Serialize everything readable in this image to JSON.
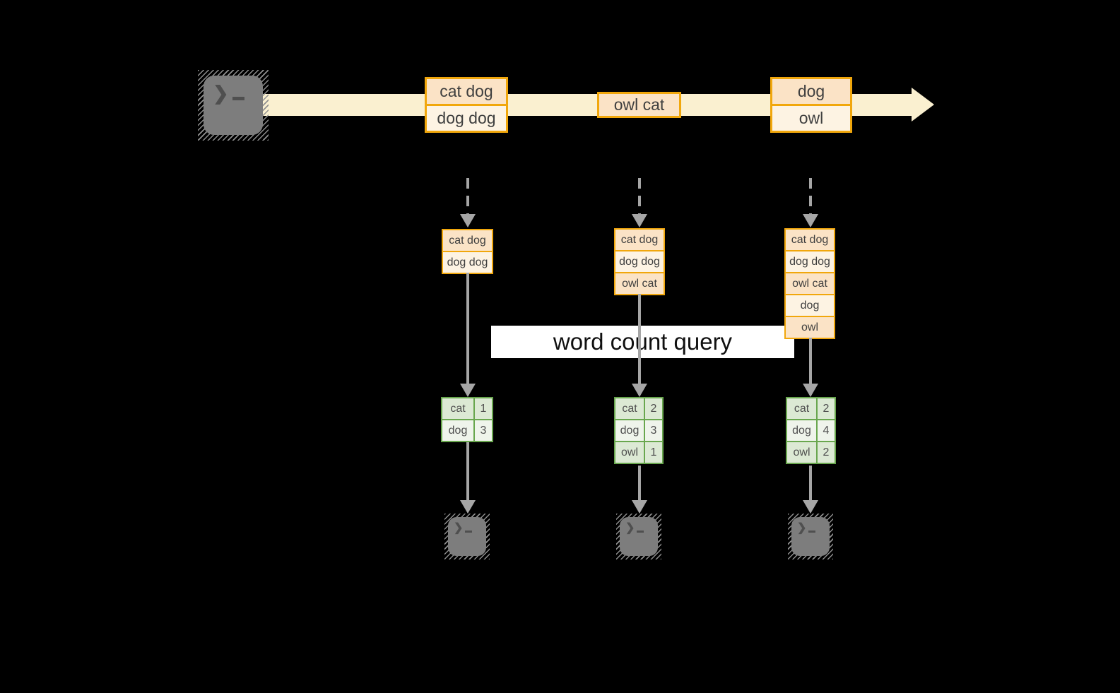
{
  "label": {
    "query": "word count query"
  },
  "colors": {
    "background": "#000000",
    "timeline_band": "#FAF0D0",
    "orange_border": "#F1A70C",
    "orange_fill_dark": "#FBE3C6",
    "orange_fill_light": "#FDF3E3",
    "green_border": "#69A74E",
    "green_fill_dark": "#DCE9D4",
    "green_fill_light": "#EFF4EB",
    "connector_gray": "#A6A6A6",
    "terminal_gray": "#7D7D7D",
    "query_label_bg": "#FFFFFF"
  },
  "timeline": {
    "events": [
      {
        "rows": [
          "cat dog",
          "dog dog"
        ]
      },
      {
        "rows": [
          "owl cat"
        ]
      },
      {
        "rows": [
          "dog",
          "owl"
        ]
      }
    ]
  },
  "columns": [
    {
      "stack": [
        "cat dog",
        "dog dog"
      ],
      "counts": [
        {
          "word": "cat",
          "count": "1"
        },
        {
          "word": "dog",
          "count": "3"
        }
      ]
    },
    {
      "stack": [
        "cat dog",
        "dog dog",
        "owl cat"
      ],
      "counts": [
        {
          "word": "cat",
          "count": "2"
        },
        {
          "word": "dog",
          "count": "3"
        },
        {
          "word": "owl",
          "count": "1"
        }
      ]
    },
    {
      "stack": [
        "cat dog",
        "dog dog",
        "owl cat",
        "dog",
        "owl"
      ],
      "counts": [
        {
          "word": "cat",
          "count": "2"
        },
        {
          "word": "dog",
          "count": "4"
        },
        {
          "word": "owl",
          "count": "2"
        }
      ]
    }
  ]
}
